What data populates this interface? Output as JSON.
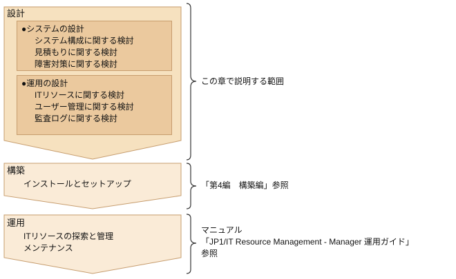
{
  "phases": [
    {
      "label": "設計",
      "boxes": [
        {
          "title": "●システムの設計",
          "items": [
            "システム構成に関する検討",
            "見積もりに関する検討",
            "障害対策に関する検討"
          ]
        },
        {
          "title": "●運用の設計",
          "items": [
            "ITリソースに関する検討",
            "ユーザー管理に関する検討",
            "監査ログに関する検討"
          ]
        }
      ]
    },
    {
      "label": "構築",
      "items": [
        "インストールとセットアップ"
      ]
    },
    {
      "label": "運用",
      "items": [
        "ITリソースの探索と管理",
        "メンテナンス"
      ]
    }
  ],
  "annotations": {
    "scope": {
      "lines": [
        "この章で説明する範囲"
      ]
    },
    "build_ref": {
      "lines": [
        "「第4編　構築編」参照"
      ]
    },
    "operation_ref": {
      "lines": [
        "マニュアル",
        "「JP1/IT Resource Management - Manager 運用ガイド」",
        "参照"
      ]
    }
  },
  "colors": {
    "design_arrow_fill": "#f6e1bf",
    "lower_arrow_fill": "#faebd7",
    "arrow_border": "#c69c6d",
    "inner_box_fill": "#ebc99e",
    "inner_box_border": "#c69c6d",
    "brace_stroke": "#333333",
    "text": "#111111"
  }
}
